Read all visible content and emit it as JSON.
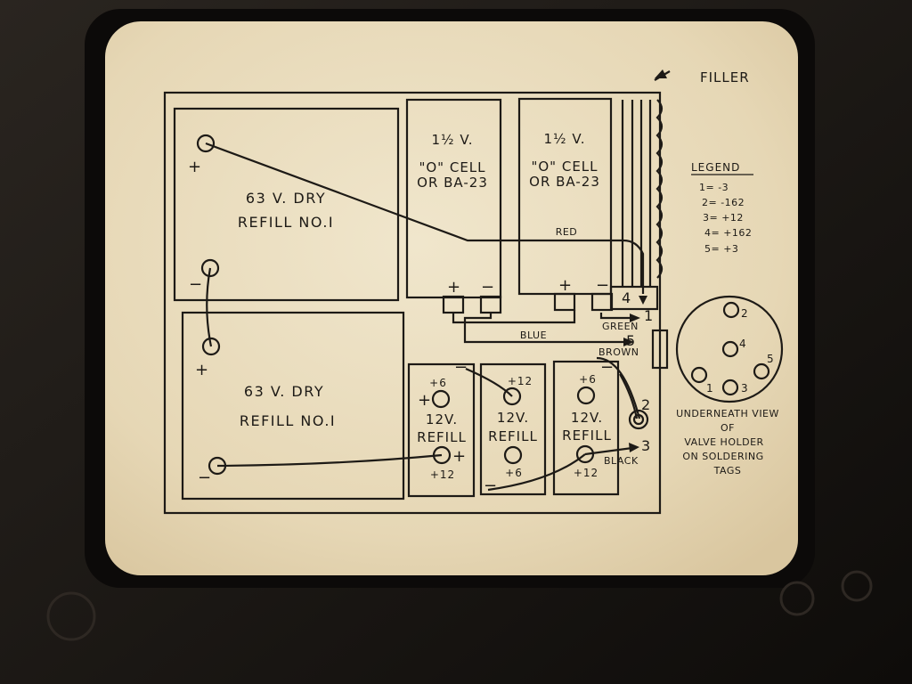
{
  "title": "",
  "filler_label": "FILLER",
  "legend": {
    "heading": "LEGEND",
    "items": [
      "1= -3",
      "2= -162",
      "3= +12",
      "4= +162",
      "5= +3"
    ]
  },
  "dry_batteries": [
    {
      "line1": "63 V. DRY",
      "line2": "REFILL  NO.I"
    },
    {
      "line1": "63 V. DRY",
      "line2": "REFILL  NO.I"
    }
  ],
  "cells": [
    {
      "line1": "1½ V.",
      "line2": "\"O\" CELL",
      "line3": "OR BA-23"
    },
    {
      "line1": "1½ V.",
      "line2": "\"O\" CELL",
      "line3": "OR BA-23"
    }
  ],
  "refills_12v": [
    {
      "top": "+6",
      "line1": "12V.",
      "line2": "REFILL",
      "bottom": "+12"
    },
    {
      "top": "+12",
      "line1": "12V.",
      "line2": "REFILL",
      "bottom": "+6"
    },
    {
      "top": "+6",
      "line1": "12V.",
      "line2": "REFILL",
      "bottom": "+12"
    }
  ],
  "wires": {
    "red": "RED",
    "green": "GREEN",
    "blue": "BLUE",
    "brown": "BROWN",
    "black": "BLACK"
  },
  "terminals": {
    "t1": "1",
    "t2": "2",
    "t3": "3",
    "t4": "4",
    "t5": "5"
  },
  "signs": {
    "plus": "+",
    "minus": "−"
  },
  "valve_holder": {
    "pins": [
      "1",
      "2",
      "3",
      "4",
      "5"
    ],
    "caption": [
      "UNDERNEATH VIEW",
      "OF",
      "VALVE HOLDER",
      "ON SOLDERING",
      "TAGS"
    ]
  },
  "colors": {
    "card": "#e9dcbd",
    "ink": "#1d1a16",
    "frame": "#141210"
  }
}
